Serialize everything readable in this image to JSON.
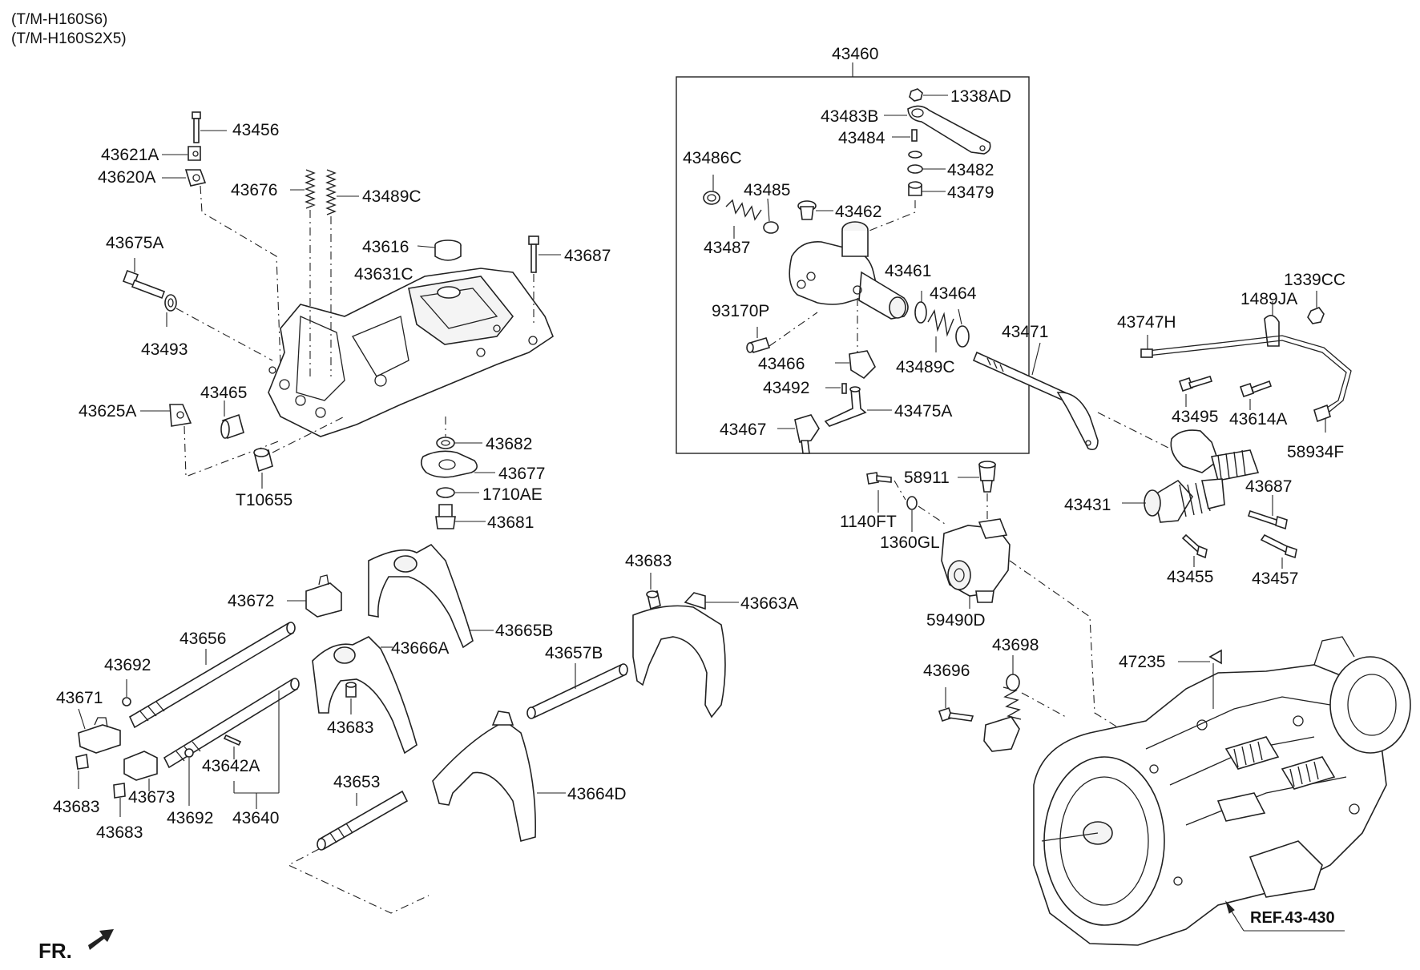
{
  "header": {
    "model_line_1": "(T/M-H160S6)",
    "model_line_2": "(T/M-H160S2X5)"
  },
  "assembly_label": "43460",
  "reference": "REF.43-430",
  "direction": "FR.",
  "parts": [
    {
      "id": "p43456",
      "text": "43456"
    },
    {
      "id": "p43621A",
      "text": "43621A"
    },
    {
      "id": "p43620A",
      "text": "43620A"
    },
    {
      "id": "p43676",
      "text": "43676"
    },
    {
      "id": "p43489C_top",
      "text": "43489C"
    },
    {
      "id": "p43675A",
      "text": "43675A"
    },
    {
      "id": "p43616",
      "text": "43616"
    },
    {
      "id": "p43631C",
      "text": "43631C"
    },
    {
      "id": "p43687_top",
      "text": "43687"
    },
    {
      "id": "p43493",
      "text": "43493"
    },
    {
      "id": "p43465",
      "text": "43465"
    },
    {
      "id": "p43625A",
      "text": "43625A"
    },
    {
      "id": "p43682",
      "text": "43682"
    },
    {
      "id": "p43677",
      "text": "43677"
    },
    {
      "id": "pT10655",
      "text": "T10655"
    },
    {
      "id": "p1710AE",
      "text": "1710AE"
    },
    {
      "id": "p43681",
      "text": "43681"
    },
    {
      "id": "p1338AD",
      "text": "1338AD"
    },
    {
      "id": "p43483B",
      "text": "43483B"
    },
    {
      "id": "p43484",
      "text": "43484"
    },
    {
      "id": "p43486C",
      "text": "43486C"
    },
    {
      "id": "p43482",
      "text": "43482"
    },
    {
      "id": "p43485",
      "text": "43485"
    },
    {
      "id": "p43479",
      "text": "43479"
    },
    {
      "id": "p43462",
      "text": "43462"
    },
    {
      "id": "p43487",
      "text": "43487"
    },
    {
      "id": "p43461",
      "text": "43461"
    },
    {
      "id": "p43464",
      "text": "43464"
    },
    {
      "id": "p93170P",
      "text": "93170P"
    },
    {
      "id": "p43471",
      "text": "43471"
    },
    {
      "id": "p43466",
      "text": "43466"
    },
    {
      "id": "p43489C_mid",
      "text": "43489C"
    },
    {
      "id": "p43492",
      "text": "43492"
    },
    {
      "id": "p43475A",
      "text": "43475A"
    },
    {
      "id": "p43467",
      "text": "43467"
    },
    {
      "id": "p1339CC",
      "text": "1339CC"
    },
    {
      "id": "p1489JA",
      "text": "1489JA"
    },
    {
      "id": "p43747H",
      "text": "43747H"
    },
    {
      "id": "p43495",
      "text": "43495"
    },
    {
      "id": "p43614A",
      "text": "43614A"
    },
    {
      "id": "p58934F",
      "text": "58934F"
    },
    {
      "id": "p58911",
      "text": "58911"
    },
    {
      "id": "p43687_right",
      "text": "43687"
    },
    {
      "id": "p43431",
      "text": "43431"
    },
    {
      "id": "p1140FT",
      "text": "1140FT"
    },
    {
      "id": "p1360GL",
      "text": "1360GL"
    },
    {
      "id": "p43455",
      "text": "43455"
    },
    {
      "id": "p43457",
      "text": "43457"
    },
    {
      "id": "p59490D",
      "text": "59490D"
    },
    {
      "id": "p43683_top",
      "text": "43683"
    },
    {
      "id": "p43672",
      "text": "43672"
    },
    {
      "id": "p43663A",
      "text": "43663A"
    },
    {
      "id": "p43665B",
      "text": "43665B"
    },
    {
      "id": "p43656",
      "text": "43656"
    },
    {
      "id": "p43666A",
      "text": "43666A"
    },
    {
      "id": "p43657B",
      "text": "43657B"
    },
    {
      "id": "p43692_left",
      "text": "43692"
    },
    {
      "id": "p43671",
      "text": "43671"
    },
    {
      "id": "p43683_mid",
      "text": "43683"
    },
    {
      "id": "p43642A",
      "text": "43642A"
    },
    {
      "id": "p43653",
      "text": "43653"
    },
    {
      "id": "p43664D",
      "text": "43664D"
    },
    {
      "id": "p43683_left",
      "text": "43683"
    },
    {
      "id": "p43673",
      "text": "43673"
    },
    {
      "id": "p43683_bottom",
      "text": "43683"
    },
    {
      "id": "p43692_bottom",
      "text": "43692"
    },
    {
      "id": "p43640",
      "text": "43640"
    },
    {
      "id": "p43696",
      "text": "43696"
    },
    {
      "id": "p43698",
      "text": "43698"
    },
    {
      "id": "p47235",
      "text": "47235"
    }
  ]
}
